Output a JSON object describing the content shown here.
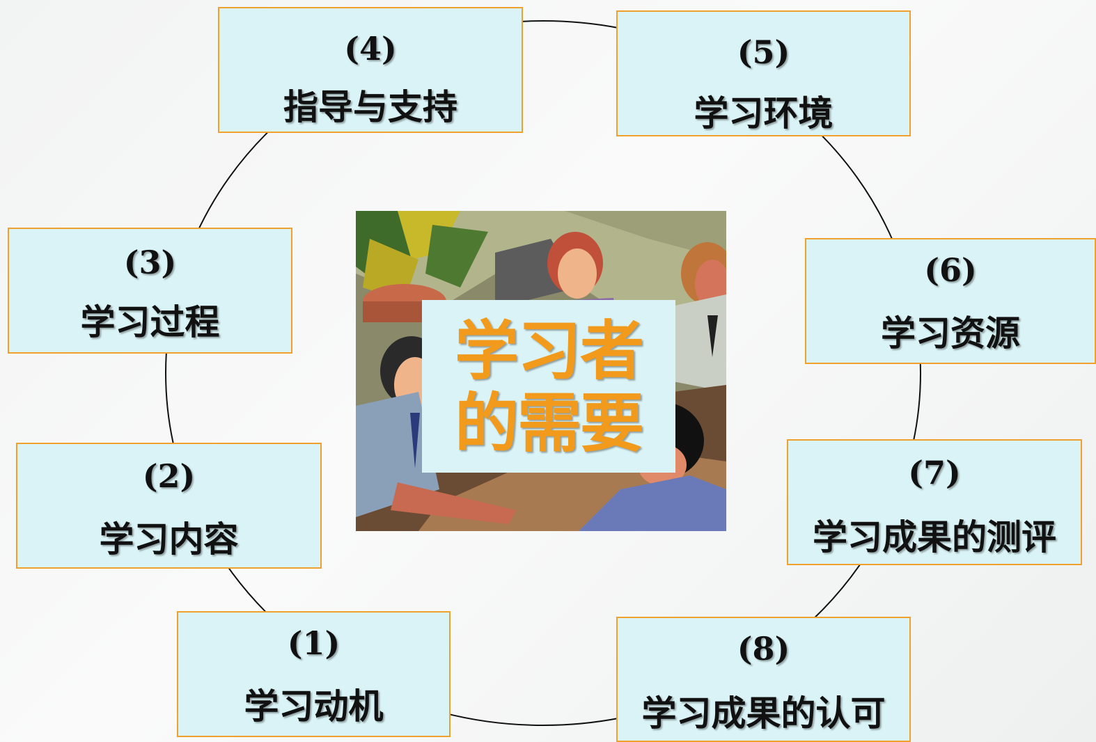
{
  "center": {
    "line1": "学习者",
    "line2": "的需要"
  },
  "items": [
    {
      "number": "(1)",
      "label": "学习动机"
    },
    {
      "number": "(2)",
      "label": "学习内容"
    },
    {
      "number": "(3)",
      "label": "学习过程"
    },
    {
      "number": "(4)",
      "label": "指导与支持"
    },
    {
      "number": "(5)",
      "label": "学习环境"
    },
    {
      "number": "(6)",
      "label": "学习资源"
    },
    {
      "number": "(7)",
      "label": "学习成果的测评"
    },
    {
      "number": "(8)",
      "label": "学习成果的认可"
    }
  ],
  "colors": {
    "box_fill": "#daf3f6",
    "box_border": "#f0a12d",
    "center_text": "#f29a1b",
    "ring": "#111111"
  }
}
